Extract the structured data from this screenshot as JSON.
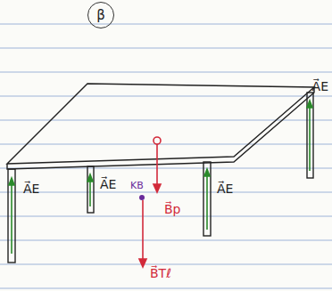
{
  "diagram": {
    "nodes": [
      {
        "text": [
          "β"
        ]
      }
    ],
    "labels": [
      "A⃗E",
      "A⃗E",
      "A⃗E",
      "A⃗E",
      "ΚΒ",
      "B⃗p",
      "B⃗Tℓ"
    ]
  }
}
